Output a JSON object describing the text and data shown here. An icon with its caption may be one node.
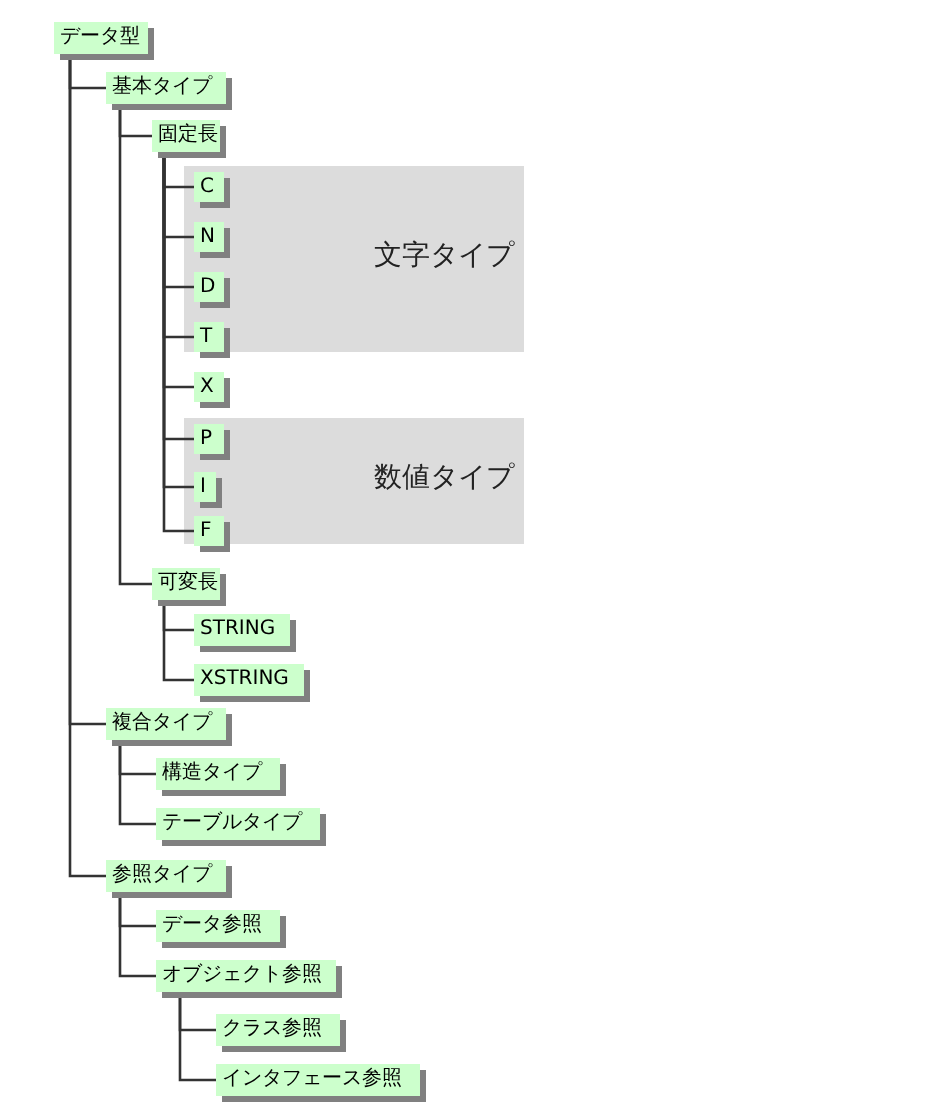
{
  "diagram": {
    "nodes": [
      {
        "text": [
          "データ型"
        ]
      },
      {
        "text": [
          "基本タイプ"
        ]
      },
      {
        "text": [
          "固定長"
        ]
      },
      {
        "text": [
          "文字タイプ"
        ]
      },
      {
        "text": [
          "C"
        ],
        "in": 3
      },
      {
        "text": [
          "N"
        ],
        "in": 3
      },
      {
        "text": [
          "D"
        ],
        "in": 3
      },
      {
        "text": [
          "T"
        ],
        "in": 3
      },
      {
        "text": [
          "X"
        ]
      },
      {
        "text": [
          "数値タイプ"
        ]
      },
      {
        "text": [
          "P"
        ],
        "in": 9
      },
      {
        "text": [
          "I"
        ],
        "in": 9
      },
      {
        "text": [
          "F"
        ],
        "in": 9
      },
      {
        "text": [
          "可変長"
        ]
      },
      {
        "text": [
          "STRING"
        ]
      },
      {
        "text": [
          "XSTRING"
        ]
      },
      {
        "text": [
          "複合タイプ"
        ]
      },
      {
        "text": [
          "構造タイプ"
        ]
      },
      {
        "text": [
          "テーブルタイプ"
        ]
      },
      {
        "text": [
          "参照タイプ"
        ]
      },
      {
        "text": [
          "データ参照"
        ]
      },
      {
        "text": [
          "オブジェクト参照"
        ]
      },
      {
        "text": [
          "クラス参照"
        ]
      },
      {
        "text": [
          "インタフェース参照"
        ]
      }
    ],
    "edges": [
      {
        "from": 0,
        "to": 1,
        "arrow": "none"
      },
      {
        "from": 1,
        "to": 2,
        "arrow": "none"
      },
      {
        "from": 2,
        "to": 4,
        "arrow": "none"
      },
      {
        "from": 2,
        "to": 5,
        "arrow": "none"
      },
      {
        "from": 2,
        "to": 6,
        "arrow": "none"
      },
      {
        "from": 2,
        "to": 7,
        "arrow": "none"
      },
      {
        "from": 2,
        "to": 8,
        "arrow": "none"
      },
      {
        "from": 2,
        "to": 10,
        "arrow": "none"
      },
      {
        "from": 2,
        "to": 11,
        "arrow": "none"
      },
      {
        "from": 2,
        "to": 12,
        "arrow": "none"
      },
      {
        "from": 1,
        "to": 13,
        "arrow": "none"
      },
      {
        "from": 13,
        "to": 14,
        "arrow": "none"
      },
      {
        "from": 13,
        "to": 15,
        "arrow": "none"
      },
      {
        "from": 0,
        "to": 16,
        "arrow": "none"
      },
      {
        "from": 16,
        "to": 17,
        "arrow": "none"
      },
      {
        "from": 16,
        "to": 18,
        "arrow": "none"
      },
      {
        "from": 0,
        "to": 19,
        "arrow": "none"
      },
      {
        "from": 19,
        "to": 20,
        "arrow": "none"
      },
      {
        "from": 19,
        "to": 21,
        "arrow": "none"
      },
      {
        "from": 21,
        "to": 22,
        "arrow": "none"
      },
      {
        "from": 21,
        "to": 23,
        "arrow": "none"
      }
    ]
  }
}
